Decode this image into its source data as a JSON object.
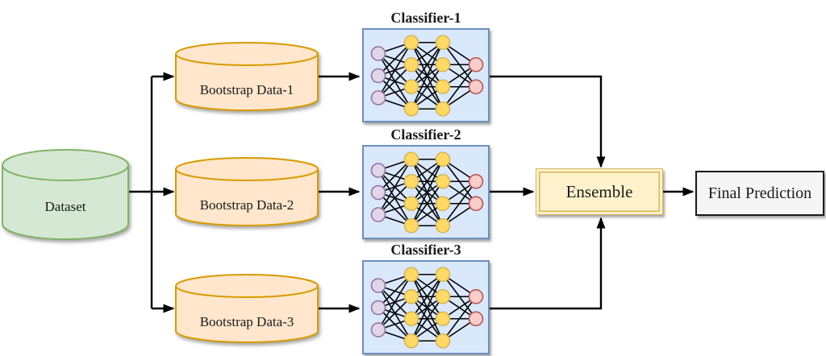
{
  "diagram": {
    "background": "#ffffff",
    "text_color": "#1a1a1a",
    "connector_color": "#000000",
    "dataset": {
      "label": "Dataset",
      "fill": "#d5e8d4",
      "stroke": "#82b366"
    },
    "bootstrap_style": {
      "fill": "#ffe6cc",
      "stroke": "#d79b00"
    },
    "bootstraps": [
      {
        "label": "Bootstrap Data-1"
      },
      {
        "label": "Bootstrap Data-2"
      },
      {
        "label": "Bootstrap Data-3"
      }
    ],
    "classifier_style": {
      "fill": "#dae8fc",
      "stroke": "#6c8ebf"
    },
    "classifiers": [
      {
        "title": "Classifier-1"
      },
      {
        "title": "Classifier-2"
      },
      {
        "title": "Classifier-3"
      }
    ],
    "network": {
      "edge_color": "#000000",
      "layers": [
        {
          "count": 3,
          "fill": "#e1d5e7",
          "stroke": "#9673a6"
        },
        {
          "count": 4,
          "fill": "#ffd966",
          "stroke": "#d6b656"
        },
        {
          "count": 4,
          "fill": "#ffd966",
          "stroke": "#d6b656"
        },
        {
          "count": 2,
          "fill": "#f8cecc",
          "stroke": "#b85450"
        }
      ]
    },
    "ensemble": {
      "label": "Ensemble",
      "fill": "#fff2cc",
      "stroke": "#d6b656"
    },
    "final_prediction": {
      "label": "Final Prediction",
      "fill": "#f5f5f5",
      "stroke": "#1a1a1a"
    }
  }
}
